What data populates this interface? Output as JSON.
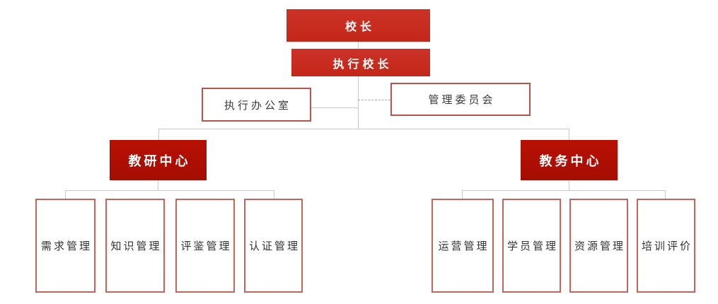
{
  "org_chart": {
    "nodes": {
      "principal": "校长",
      "exec_principal": "执行校长",
      "exec_office": "执行办公室",
      "mgmt_committee": "管理委员会",
      "research_center": "教研中心",
      "academic_center": "教务中心"
    },
    "research_departments": [
      "需求管理",
      "知识管理",
      "评鉴管理",
      "认证管理"
    ],
    "academic_departments": [
      "运营管理",
      "学员管理",
      "资源管理",
      "培训评价"
    ],
    "hierarchy": {
      "root": "校长",
      "children": [
        {
          "label": "执行校长",
          "staff": [
            "执行办公室",
            "管理委员会"
          ],
          "children": [
            {
              "label": "教研中心",
              "children": [
                "需求管理",
                "知识管理",
                "评鉴管理",
                "认证管理"
              ]
            },
            {
              "label": "教务中心",
              "children": [
                "运营管理",
                "学员管理",
                "资源管理",
                "培训评价"
              ]
            }
          ]
        }
      ]
    },
    "colors": {
      "primary_red": "#cd3227",
      "primary_red_dark": "#c22718",
      "dark_red": "#b81003",
      "dark_red_deep": "#a50d01",
      "box_border": "#b9544b",
      "dept_border": "#c0665c",
      "connector": "#c9c9c9",
      "text_dark": "#3a3a3a",
      "background": "#ffffff"
    }
  }
}
